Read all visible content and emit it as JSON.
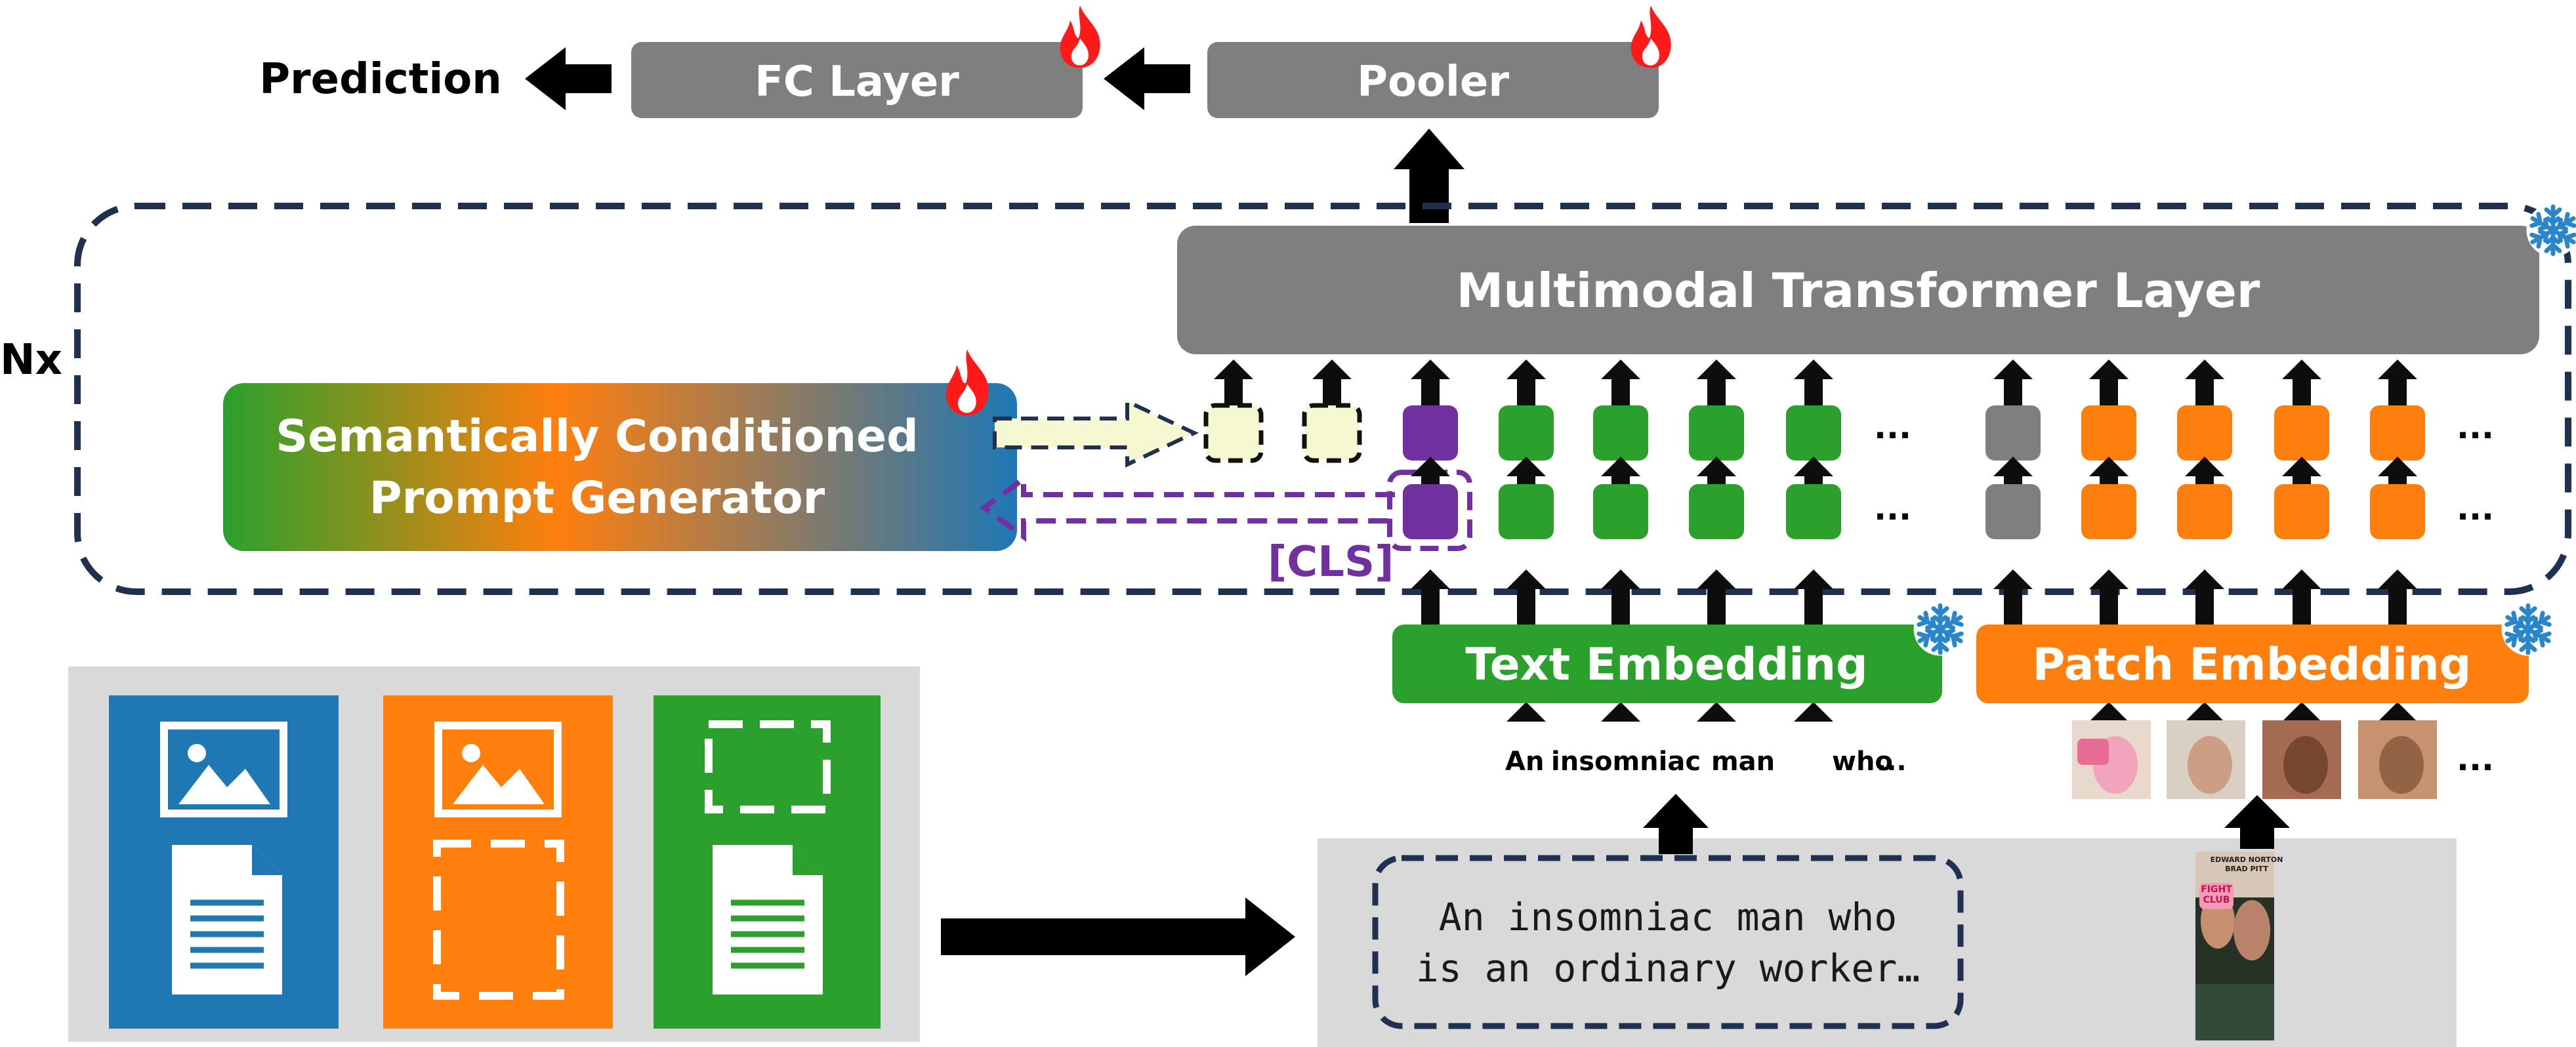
{
  "top": {
    "prediction_label": "Prediction",
    "fc_layer_label": "FC Layer",
    "pooler_label": "Pooler"
  },
  "transformer": {
    "repeat_label": "Nx",
    "layer_label": "Multimodal Transformer Layer"
  },
  "prompt_generator": {
    "line1": "Semantically Conditioned",
    "line2": "Prompt Generator"
  },
  "cls_label": "[CLS]",
  "embeddings": {
    "text_label": "Text Embedding",
    "patch_label": "Patch Embedding"
  },
  "tokens": [
    "An",
    "insomniac",
    "man",
    "who",
    "..."
  ],
  "ellipsis": "...",
  "input_text": {
    "line1": "An insomniac man who",
    "line2": "is an ordinary worker…"
  },
  "poster_text": {
    "actor1_line1": "EDWARD NORTON",
    "actor1_line2": "BRAD PITT",
    "title_line1": "FIGHT",
    "title_line2": "CLUB"
  },
  "colors": {
    "gray_box": "#7f7f7f",
    "green": "#2ca02c",
    "orange": "#ff7f0e",
    "blue": "#1f77b4",
    "purple": "#7030a0",
    "navy": "#1f3050",
    "cream": "#f5f8d0",
    "panel": "#d9d9d9",
    "flame": "#ff1a1a",
    "snow": "#2a86c8"
  },
  "icons": {
    "flame": "flame-icon",
    "snowflake": "snowflake-icon",
    "image": "image-icon",
    "document": "document-icon"
  }
}
